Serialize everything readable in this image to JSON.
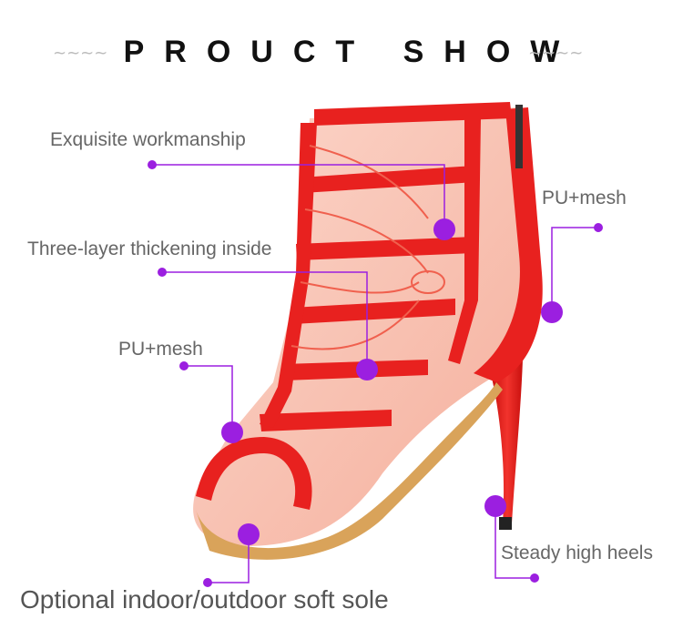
{
  "header": {
    "title": "PROUCT SHOW",
    "left_ornament": "~~~~",
    "right_ornament": "~~~~"
  },
  "callouts": {
    "workmanship": "Exquisite workmanship",
    "pu_mesh_right": "PU+mesh",
    "thickening": "Three-layer thickening inside",
    "pu_mesh_left": "PU+mesh",
    "heels": "Steady high heels",
    "sole": "Optional indoor/outdoor soft sole"
  },
  "colors": {
    "accent_purple": "#9b1fe0",
    "shoe_red": "#e8211f",
    "mesh_pink": "#f7b7a8",
    "sole_tan": "#d9a35a"
  }
}
